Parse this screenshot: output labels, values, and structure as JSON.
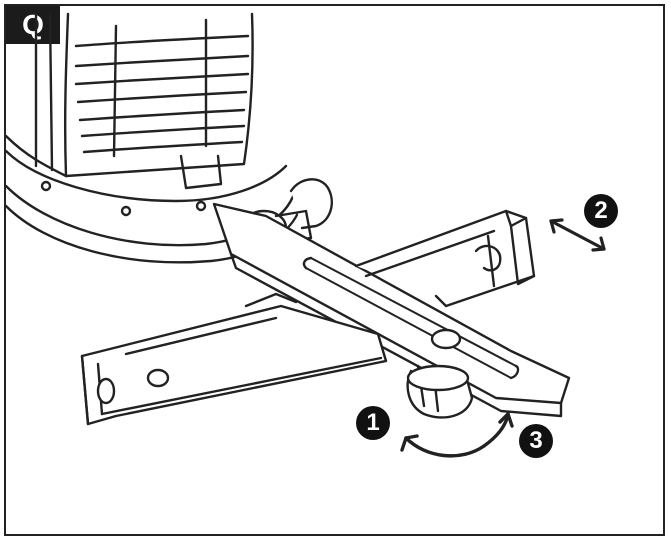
{
  "figure": {
    "section_label": "Q",
    "callouts": {
      "step1": "1",
      "step2": "2",
      "step3": "3"
    },
    "colors": {
      "line": "#222222",
      "fill_light": "#f2f2f2",
      "callout_bg": "#111111"
    }
  }
}
